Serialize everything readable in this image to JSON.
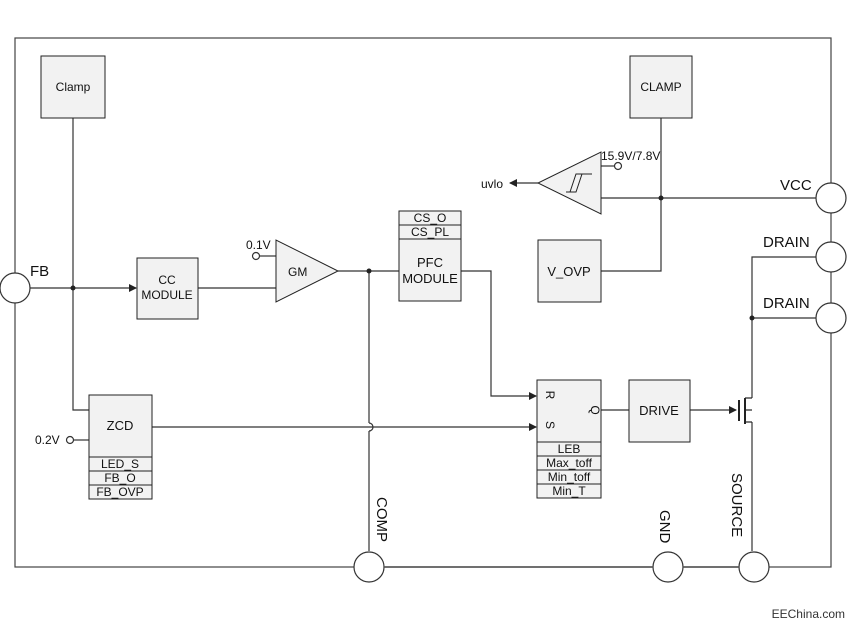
{
  "blocks": {
    "clamp_left": "Clamp",
    "clamp_right": "CLAMP",
    "cc_module": [
      "CC",
      "MODULE"
    ],
    "gm": "GM",
    "pfc_module": [
      "PFC",
      "MODULE"
    ],
    "pfc_top": [
      "CS_O",
      "CS_PL"
    ],
    "v_ovp": "V_OVP",
    "zcd": "ZCD",
    "zcd_bottom": [
      "LED_S",
      "FB_O",
      "FB_OVP"
    ],
    "drive": "DRIVE",
    "latch_r": "R",
    "latch_s": "S",
    "latch_q": "Q",
    "latch_bottom": [
      "LEB",
      "Max_toff",
      "Min_toff",
      "Min_T"
    ]
  },
  "labels": {
    "uvlo": "uvlo",
    "threshold": "15.9V/7.8V",
    "ref_gm": "0.1V",
    "ref_zcd": "0.2V"
  },
  "pins": {
    "fb": "FB",
    "vcc": "VCC",
    "drain1": "DRAIN",
    "drain2": "DRAIN",
    "comp": "COMP",
    "gnd": "GND",
    "source": "SOURCE"
  },
  "footer": "EEChina.com"
}
